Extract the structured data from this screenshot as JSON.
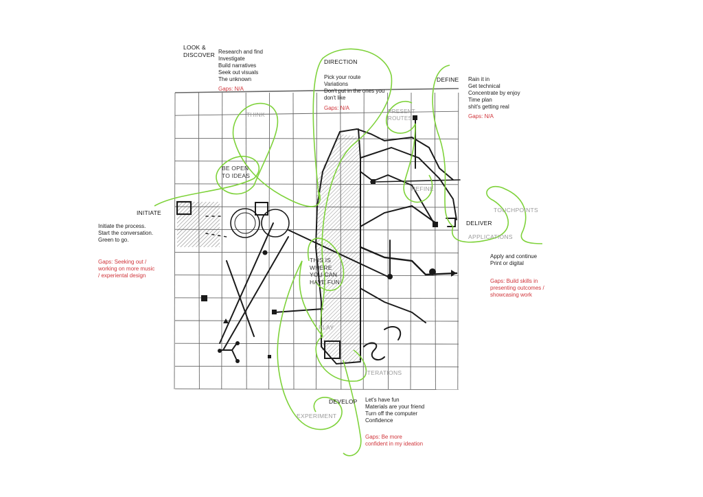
{
  "stages": {
    "look_discover": {
      "title": [
        "LOOK &",
        "DISCOVER"
      ],
      "items": [
        "Research and find",
        "Investigate",
        "Build narratives",
        "Seek out visuals",
        "The unknown"
      ],
      "gaps": "Gaps: N/A"
    },
    "direction": {
      "title": "DIRECTION",
      "items": [
        "Pick your route",
        "Variations",
        "Don't put in the ones you",
        "don't like"
      ],
      "gaps": "Gaps: N/A"
    },
    "define": {
      "title": "DEFINE",
      "items": [
        "Rain it in",
        "Get technical",
        "Concentrate by enjoy",
        "Time plan",
        "shit's getting real"
      ],
      "gaps": "Gaps: N/A"
    },
    "initiate": {
      "title": "INITIATE",
      "items": [
        "Initiate the process.",
        "Start the conversation.",
        "Green to go."
      ],
      "gaps": [
        "Gaps: Seeking out /",
        "working on more music",
        "/ experiental design"
      ]
    },
    "deliver": {
      "title": "DELIVER",
      "items": [
        "Apply and continue",
        "Print or digital"
      ],
      "gaps": [
        "Gaps: Build skills in",
        "presenting outcomes /",
        "showcasing work"
      ]
    },
    "develop": {
      "title": "DEVELOP",
      "items": [
        "Let's have fun",
        "Materials are your friend",
        "Turn off the computer",
        "Confidence"
      ],
      "gaps": [
        "Gaps: Be more",
        "confident in my ideation"
      ]
    }
  },
  "sketch_labels": {
    "think": "THINK",
    "be_open": [
      "BE OPEN",
      "TO IDEAS"
    ],
    "present_routes": [
      "PRESENT",
      "ROUTES"
    ],
    "refine": "REFINE",
    "touchpoints": "TOUCHPOINTS",
    "applications": "APPLICATIONS",
    "fun": [
      "THIS IS",
      "WHERE",
      "YOU CAN",
      "HAVE FUN"
    ],
    "play": "PLAY",
    "iterations": "ITERATIONS",
    "experiment": "EXPERIMENT"
  },
  "colors": {
    "green": "#7ed23a",
    "gap_red": "#d0343a",
    "label_gray": "#9a9a9a",
    "ink": "#1a1a1a"
  }
}
